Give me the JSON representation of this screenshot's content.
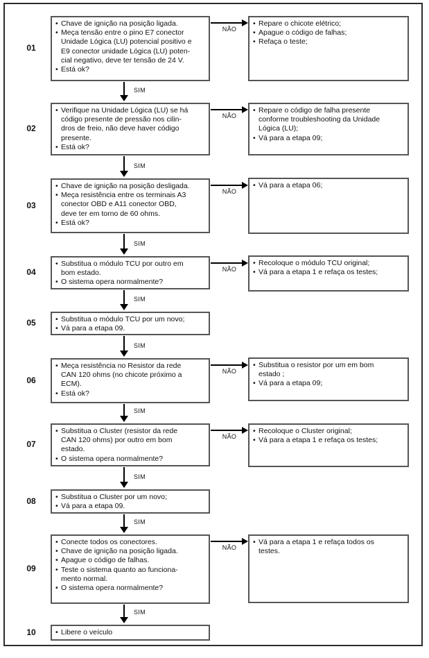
{
  "diagram": {
    "type": "troubleshooting-flowchart",
    "language": "pt-BR",
    "yes_label": "SIM",
    "no_label": "NÃO",
    "colors": {
      "background": "#ffffff",
      "frame_border": "#2b2b2b",
      "box_border": "#555555",
      "arrow": "#000000",
      "text": "#111111"
    },
    "steps": [
      {
        "id": "01",
        "question": [
          [
            "Chave de ignição na posição ligada."
          ],
          [
            "Meça tensão entre o pino E7 conector",
            "Unidade Lógica (LU) potencial positivo e",
            "E9 conector unidade Lógica (LU) poten-",
            "cial negativo, deve ter tensão de 24 V."
          ],
          [
            "Está ok?"
          ]
        ],
        "no_action": [
          [
            "Repare o chicote elétrico;"
          ],
          [
            "Apague o código de falhas;"
          ],
          [
            "Refaça o teste;"
          ]
        ]
      },
      {
        "id": "02",
        "question": [
          [
            "Verifique na Unidade Lógica (LU) se há",
            "código presente de pressão nos cilin-",
            "dros de freio, não deve haver código",
            "presente."
          ],
          [
            "Está ok?"
          ]
        ],
        "no_action": [
          [
            "Repare o código de falha presente",
            "conforme troubleshooting da Unidade",
            "Lógica (LU);"
          ],
          [
            "Vá para a etapa 09;"
          ]
        ]
      },
      {
        "id": "03",
        "question": [
          [
            "Chave de ignição na posição desligada."
          ],
          [
            "Meça resistência entre os terminais A3",
            "conector OBD e A11 conector OBD,",
            "deve ter em torno de 60 ohms."
          ],
          [
            "Está ok?"
          ]
        ],
        "no_action": [
          [
            "Vá para a etapa 06;"
          ]
        ]
      },
      {
        "id": "04",
        "question": [
          [
            "Substitua o módulo TCU por outro em",
            "bom estado."
          ],
          [
            "O sistema opera normalmente?"
          ]
        ],
        "no_action": [
          [
            "Recoloque o módulo TCU original;"
          ],
          [
            "Vá para a etapa 1 e refaça os testes;"
          ]
        ]
      },
      {
        "id": "05",
        "question": [
          [
            "Substitua o módulo TCU por um novo;"
          ],
          [
            "Vá para a etapa 09."
          ]
        ],
        "no_action": null
      },
      {
        "id": "06",
        "question": [
          [
            "Meça resistência no Resistor da rede",
            "CAN 120 ohms (no chicote próximo a",
            "ECM)."
          ],
          [
            "Está ok?"
          ]
        ],
        "no_action": [
          [
            "Substitua o resistor por um em bom",
            "estado ;"
          ],
          [
            "Vá para a etapa 09;"
          ]
        ]
      },
      {
        "id": "07",
        "question": [
          [
            "Substitua o Cluster (resistor da rede",
            "CAN 120 ohms) por outro em bom",
            "estado."
          ],
          [
            "O sistema opera normalmente?"
          ]
        ],
        "no_action": [
          [
            "Recoloque o Cluster original;"
          ],
          [
            "Vá para a etapa 1 e refaça os testes;"
          ]
        ]
      },
      {
        "id": "08",
        "question": [
          [
            "Substitua o Cluster por um novo;"
          ],
          [
            "Vá para a etapa 09."
          ]
        ],
        "no_action": null
      },
      {
        "id": "09",
        "question": [
          [
            "Conecte todos os conectores."
          ],
          [
            "Chave de ignição na posição ligada."
          ],
          [
            "Apague o código de falhas."
          ],
          [
            "Teste o sistema quanto ao funciona-",
            "mento normal."
          ],
          [
            "O sistema opera normalmente?"
          ]
        ],
        "no_action": [
          [
            "Vá para a etapa 1 e refaça todos os",
            "testes."
          ]
        ]
      },
      {
        "id": "10",
        "question": [
          [
            "Libere o veículo"
          ]
        ],
        "no_action": null
      }
    ]
  }
}
